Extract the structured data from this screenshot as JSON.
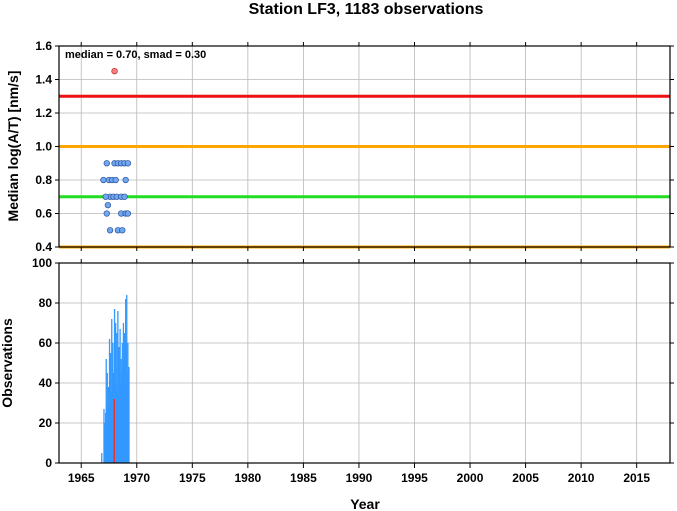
{
  "chart_data": [
    {
      "type": "scatter",
      "title": "Station LF3, 1183 observations",
      "xlabel": "",
      "ylabel": "Median log(A/T) [nm/s]",
      "xlim": [
        1963,
        2018
      ],
      "ylim": [
        0.4,
        1.6
      ],
      "y_ticks": [
        "0.4",
        "0.6",
        "0.8",
        "1.0",
        "1.2",
        "1.4",
        "1.6"
      ],
      "grid": true,
      "annotation": "median = 0.70, smad = 0.30",
      "reference_lines": [
        {
          "y": 0.7,
          "color": "#22dd22"
        },
        {
          "y": 1.0,
          "color": "#ffa500"
        },
        {
          "y": 0.4,
          "color": "#ffa500"
        },
        {
          "y": 1.3,
          "color": "#ee1111"
        }
      ],
      "series": [
        {
          "color": "#6fa8f0",
          "points": [
            {
              "x": 1967.3,
              "y": 0.9
            },
            {
              "x": 1968.0,
              "y": 0.9
            },
            {
              "x": 1968.3,
              "y": 0.9
            },
            {
              "x": 1968.6,
              "y": 0.9
            },
            {
              "x": 1968.9,
              "y": 0.9
            },
            {
              "x": 1969.2,
              "y": 0.9
            },
            {
              "x": 1967.0,
              "y": 0.8
            },
            {
              "x": 1967.5,
              "y": 0.8
            },
            {
              "x": 1967.8,
              "y": 0.8
            },
            {
              "x": 1968.1,
              "y": 0.8
            },
            {
              "x": 1969.0,
              "y": 0.8
            },
            {
              "x": 1967.6,
              "y": 0.7
            },
            {
              "x": 1967.9,
              "y": 0.7
            },
            {
              "x": 1968.2,
              "y": 0.7
            },
            {
              "x": 1968.6,
              "y": 0.7
            },
            {
              "x": 1968.9,
              "y": 0.7
            },
            {
              "x": 1967.2,
              "y": 0.7
            },
            {
              "x": 1967.4,
              "y": 0.65
            },
            {
              "x": 1967.3,
              "y": 0.6
            },
            {
              "x": 1968.6,
              "y": 0.6
            },
            {
              "x": 1969.0,
              "y": 0.6
            },
            {
              "x": 1969.2,
              "y": 0.6
            },
            {
              "x": 1967.6,
              "y": 0.5
            },
            {
              "x": 1968.3,
              "y": 0.5
            },
            {
              "x": 1968.7,
              "y": 0.5
            }
          ]
        },
        {
          "color": "#ff8080",
          "points": [
            {
              "x": 1968.0,
              "y": 1.45
            }
          ]
        }
      ]
    },
    {
      "type": "bar",
      "title": "",
      "xlabel": "Year",
      "ylabel": "Observations",
      "xlim": [
        1963,
        2018
      ],
      "ylim": [
        0,
        100
      ],
      "x_ticks": [
        "1965",
        "1970",
        "1975",
        "1980",
        "1985",
        "1990",
        "1995",
        "2000",
        "2005",
        "2010",
        "2015"
      ],
      "y_ticks": [
        "0",
        "20",
        "40",
        "60",
        "80",
        "100"
      ],
      "grid": true,
      "bar_color": "#3399ff",
      "highlight_color": "#ee3333",
      "highlight": {
        "x": 1967.97,
        "y": 32
      },
      "x": [
        1966.85,
        1966.9,
        1966.95,
        1967.0,
        1967.05,
        1967.1,
        1967.15,
        1967.2,
        1967.25,
        1967.3,
        1967.35,
        1967.4,
        1967.45,
        1967.5,
        1967.55,
        1967.6,
        1967.65,
        1967.7,
        1967.75,
        1967.8,
        1967.85,
        1967.9,
        1967.95,
        1968.0,
        1968.05,
        1968.1,
        1968.15,
        1968.2,
        1968.25,
        1968.3,
        1968.35,
        1968.4,
        1968.45,
        1968.5,
        1968.55,
        1968.6,
        1968.65,
        1968.7,
        1968.75,
        1968.8,
        1968.85,
        1968.9,
        1968.95,
        1969.0,
        1969.05,
        1969.1,
        1969.15,
        1969.2,
        1969.25,
        1969.3
      ],
      "values": [
        5,
        0,
        0,
        0,
        27,
        20,
        18,
        25,
        52,
        30,
        45,
        28,
        38,
        30,
        62,
        40,
        55,
        35,
        72,
        50,
        60,
        45,
        32,
        77,
        55,
        70,
        40,
        65,
        35,
        76,
        42,
        58,
        45,
        67,
        40,
        52,
        45,
        60,
        48,
        70,
        50,
        65,
        55,
        82,
        60,
        84,
        45,
        60,
        40,
        48
      ]
    }
  ]
}
